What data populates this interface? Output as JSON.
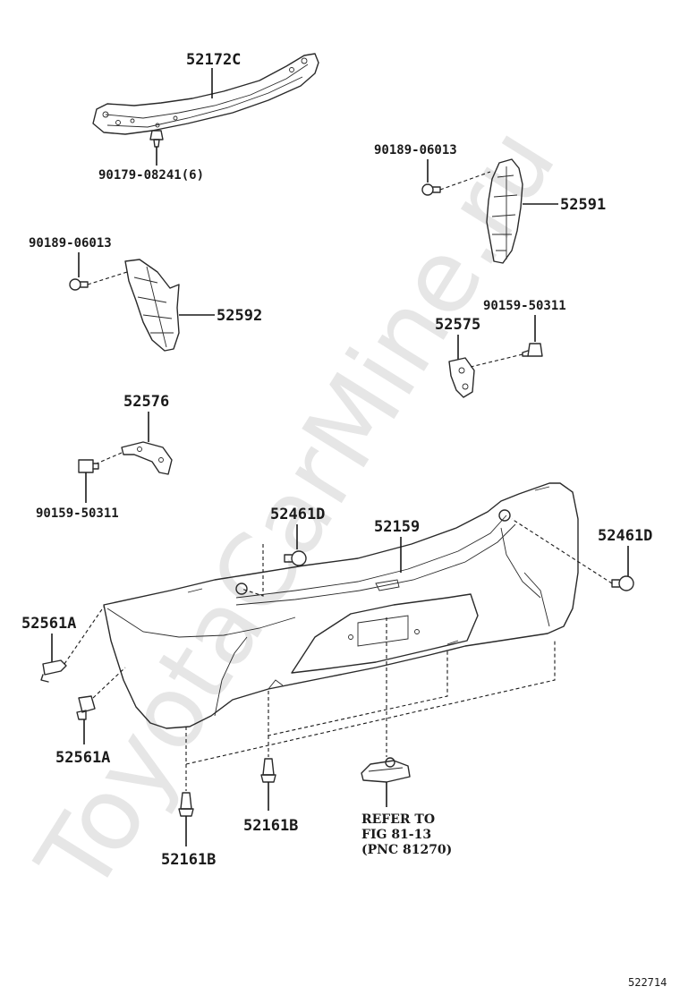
{
  "watermark": "ToyotaCarMine.ru",
  "diagram_id": "522714",
  "labels": {
    "retainer_upper": "52172C",
    "clip_upper": "90179-08241(6)",
    "screw_right_top": "90189-06013",
    "bracket_right": "52591",
    "screw_left_top": "90189-06013",
    "bracket_left": "52592",
    "bolt_right": "90159-50311",
    "support_right": "52575",
    "support_left": "52576",
    "bolt_left": "90159-50311",
    "screw_bumper_left": "52461D",
    "bumper_cover": "52159",
    "screw_bumper_right": "52461D",
    "clip_side_upper": "52561A",
    "clip_side_lower": "52561A",
    "clip_bottom_mid": "52161B",
    "clip_bottom_left": "52161B",
    "refer_line1": "REFER TO",
    "refer_line2": "FIG 81-13",
    "refer_line3": "(PNC 81270)"
  }
}
